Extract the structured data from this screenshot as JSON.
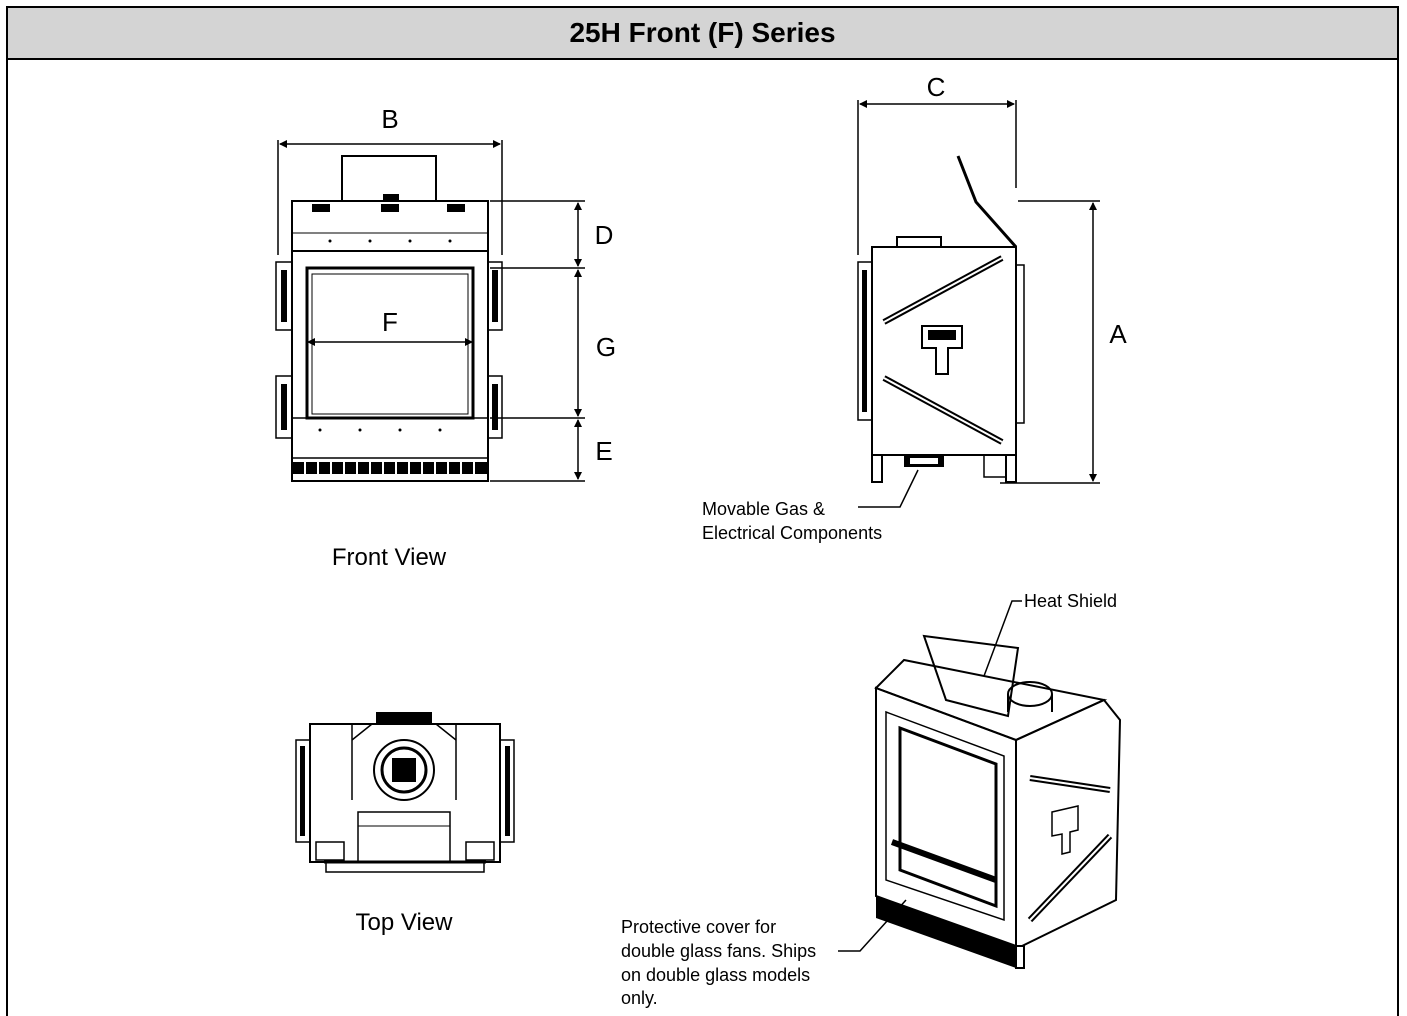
{
  "title": "25H Front (F) Series",
  "views": {
    "front": "Front View",
    "top": "Top View"
  },
  "dimensions": {
    "a": "A",
    "b": "B",
    "c": "C",
    "d": "D",
    "e": "E",
    "f": "F",
    "g": "G"
  },
  "callouts": {
    "gas_line1": "Movable Gas &",
    "gas_line2": "Electrical Components",
    "heat_shield": "Heat Shield",
    "cover_line1": "Protective cover for",
    "cover_line2": "double glass fans. Ships",
    "cover_line3": "on double glass models",
    "cover_line4": "only."
  }
}
